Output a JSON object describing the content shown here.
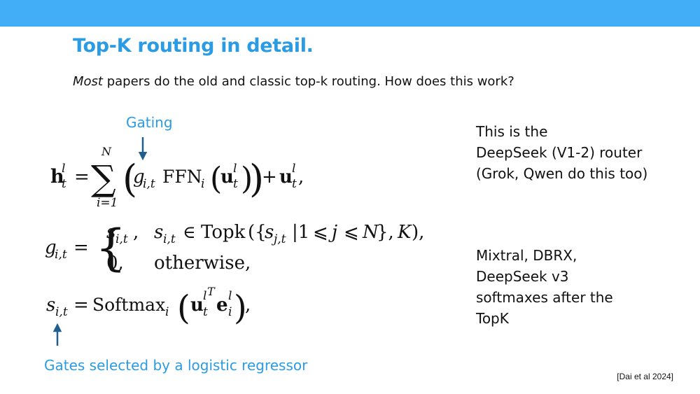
{
  "slide": {
    "title": "Top-K routing in detail.",
    "subtitle_emphasis": "Most",
    "subtitle_rest": " papers do the old and classic top-k routing. How does this work?"
  },
  "annotations": {
    "gating": "Gating",
    "gates_selected": "Gates selected by a logistic regressor"
  },
  "notes": {
    "deepseek_router": "This is the\nDeepSeek (V1-2) router\n(Grok, Qwen do this too)",
    "mixtral": "Mixtral, DBRX,\nDeepSeek v3\nsoftmaxes after the\nTopK"
  },
  "citation": "[Dai et al 2024]",
  "math": {
    "h": "h",
    "t": "t",
    "l": "l",
    "eq": "=",
    "sigma": "∑",
    "N": "N",
    "i_eq_1": "i=1",
    "g": "g",
    "it": "i,t",
    "ffn": "FFN",
    "i": "i",
    "u": "u",
    "plus": "+",
    "comma": ",",
    "s": "s",
    "jt": "j,t",
    "in": "∈",
    "topk": "Topk",
    "topk_args": "({",
    "bar_one": "|1",
    "le": "⩽",
    "j": "j",
    "close_brace": "}, ",
    "K": "K",
    "close_paren": "),",
    "zero": "0,",
    "otherwise": "otherwise,",
    "softmax": "Softmax",
    "T": "T",
    "e": "e",
    "lparen": "(",
    "rparen": ")",
    "lbrace": "{"
  },
  "colors": {
    "accent": "#2b9be3",
    "bar": "#41aef7",
    "arrow": "#1f5f8f"
  }
}
